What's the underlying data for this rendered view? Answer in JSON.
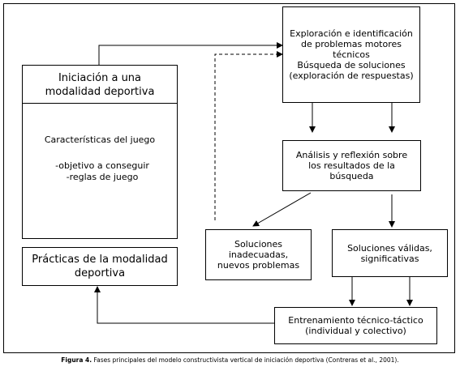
{
  "boxes": {
    "initiation_title": [
      "Iniciación a una",
      "modalidad deportiva"
    ],
    "initiation_body": {
      "heading": "Características del juego",
      "items": [
        "-objetivo a conseguir",
        "-reglas de juego"
      ]
    },
    "practices": [
      "Prácticas de la modalidad",
      "deportiva"
    ],
    "exploration": [
      "Exploración e identificación",
      "de problemas motores",
      "técnicos",
      "Búsqueda de soluciones",
      "(exploración de respuestas)"
    ],
    "analysis": [
      "Análisis y reflexión sobre",
      "los resultados de la",
      "búsqueda"
    ],
    "inadequate": [
      "Soluciones",
      "inadecuadas,",
      "nuevos problemas"
    ],
    "valid": [
      "Soluciones válidas,",
      "significativas"
    ],
    "training": [
      "Entrenamiento técnico-táctico",
      "(individual y colectivo)"
    ]
  },
  "caption": {
    "label": "Figura 4.",
    "text": " Fases principales del modelo constructivista vertical de iniciación deportiva (Contreras et al., 2001)."
  }
}
